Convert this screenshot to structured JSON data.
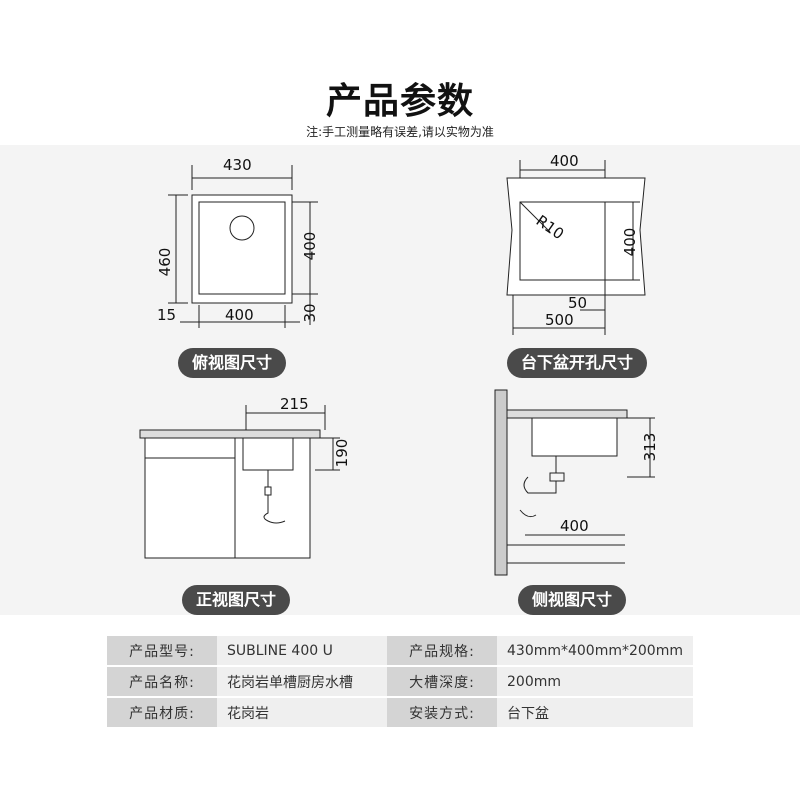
{
  "title": "产品参数",
  "note": "注:手工测量略有误差,请以实物为准",
  "panels": {
    "top_view": {
      "label": "俯视图尺寸",
      "dims": {
        "width_outer": "430",
        "width_inner": "400",
        "height_outer": "460",
        "height_inner": "400",
        "margin_left": "15",
        "margin_bottom": "30"
      }
    },
    "cutout": {
      "label": "台下盆开孔尺寸",
      "dims": {
        "width": "400",
        "height": "400",
        "radius": "R10",
        "edge": "50",
        "total": "500"
      }
    },
    "front_view": {
      "label": "正视图尺寸",
      "dims": {
        "offset": "215",
        "depth": "190"
      }
    },
    "side_view": {
      "label": "侧视图尺寸",
      "dims": {
        "height": "313",
        "depth": "400"
      }
    }
  },
  "specs": [
    {
      "k1": "产品型号:",
      "v1": "SUBLINE 400 U",
      "k2": "产品规格:",
      "v2": "430mm*400mm*200mm"
    },
    {
      "k1": "产品名称:",
      "v1": "花岗岩单槽厨房水槽",
      "k2": "大槽深度:",
      "v2": "200mm"
    },
    {
      "k1": "产品材质:",
      "v1": "花岗岩",
      "k2": "安装方式:",
      "v2": "台下盆"
    }
  ]
}
